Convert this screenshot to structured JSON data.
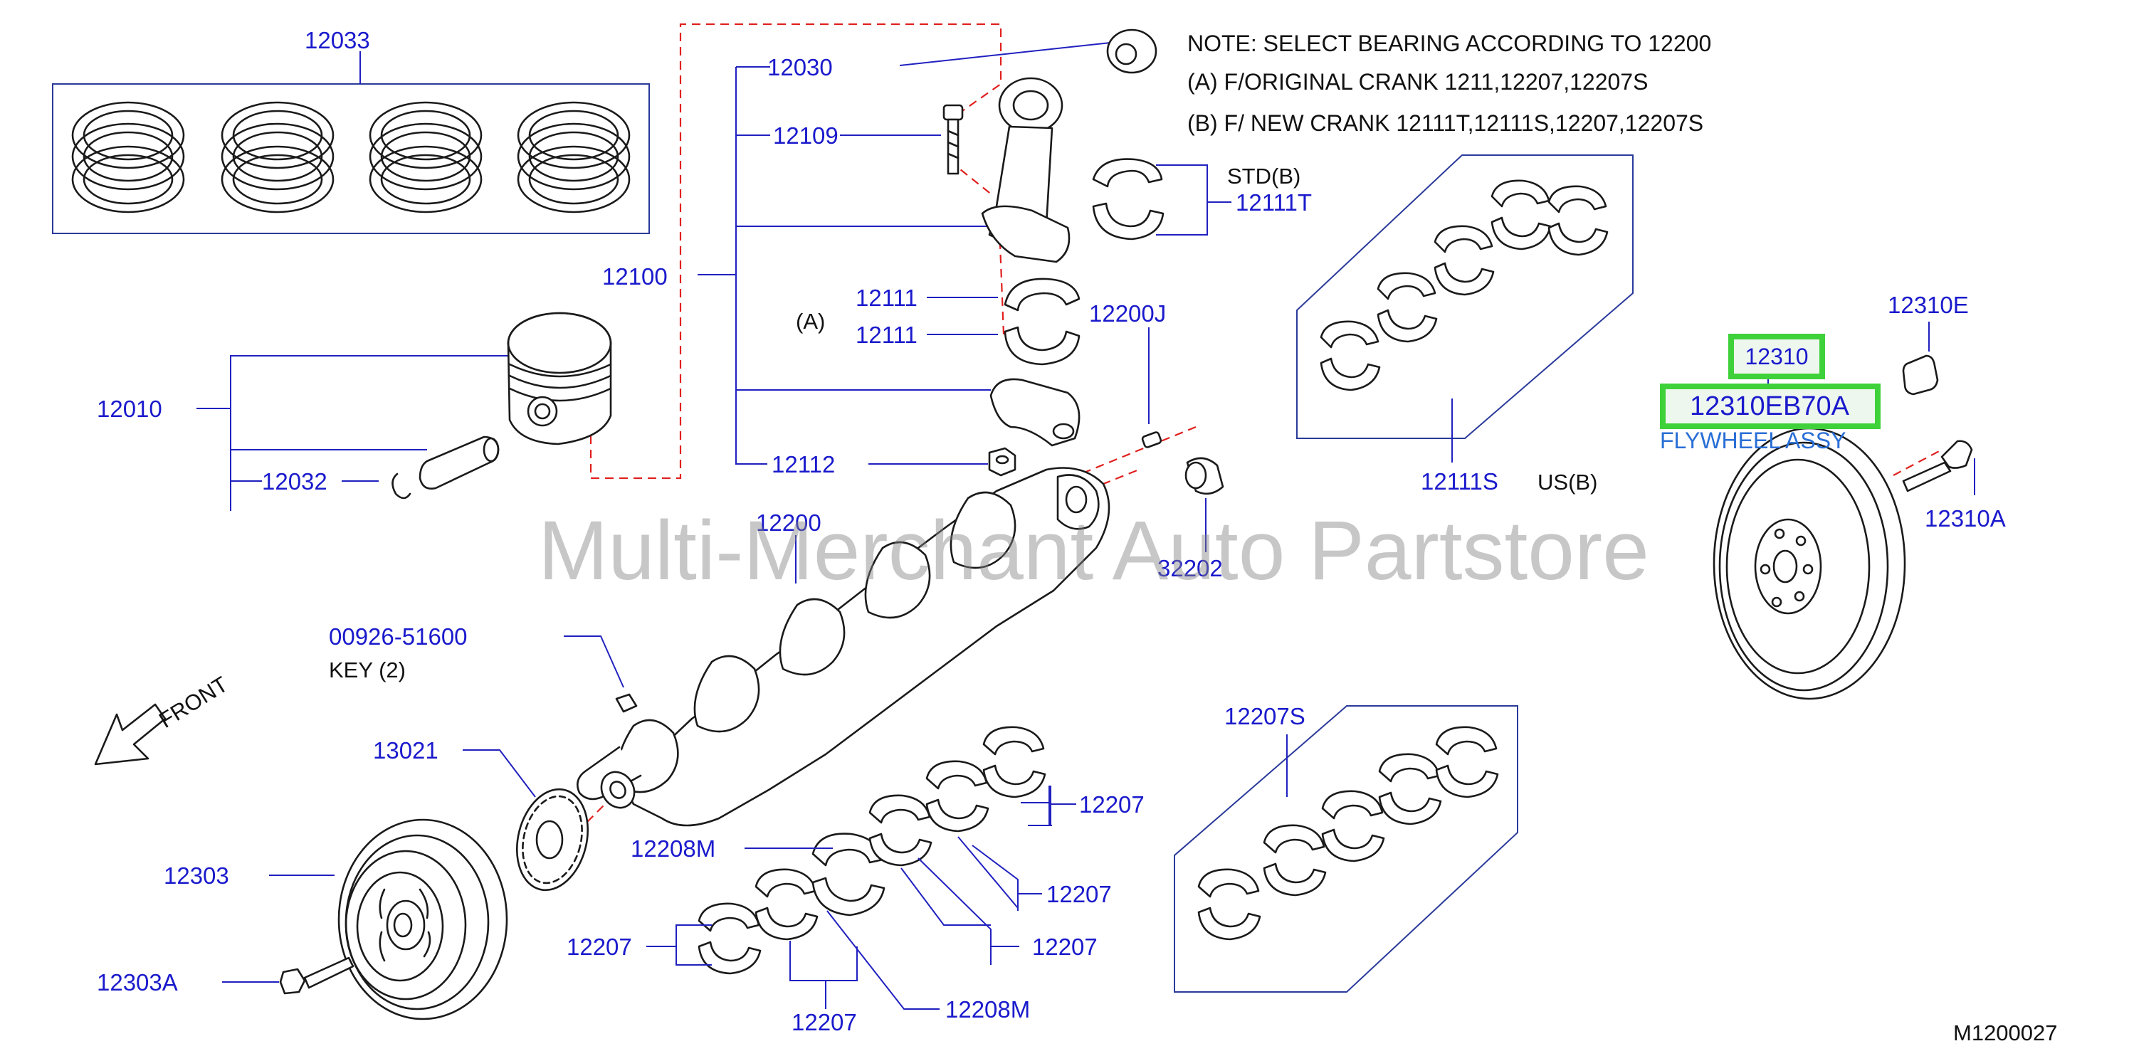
{
  "notes": {
    "line1": "NOTE:  SELECT  BEARING  ACCORDING  TO  12200",
    "line2": "(A)  F/ORIGINAL  CRANK  1211,12207,12207S",
    "line3": "(B)  F/  NEW  CRANK  12111T,12111S,12207,12207S"
  },
  "watermark": "Multi-Merchant Auto Partstore",
  "diagram_code": "M1200027",
  "front_label": "FRONT",
  "highlight": {
    "part": "12310",
    "part_number": "12310EB70A",
    "description": "FLYWHEEL ASSY",
    "color": "#3fd13a"
  },
  "labels": {
    "p12033": "12033",
    "p12030": "12030",
    "p12109": "12109",
    "p12100": "12100",
    "p12111a": "12111",
    "p12111b": "12111",
    "cond_a": "(A)",
    "p12112": "12112",
    "p12010": "12010",
    "p12032": "12032",
    "std_b": "STD(B)",
    "p12111t": "12111T",
    "p12200j": "12200J",
    "p12111s": "12111S",
    "us_b": "US(B)",
    "p12310e": "12310E",
    "p12310a": "12310A",
    "p12200": "12200",
    "p32202": "32202",
    "p00926": "00926-51600",
    "key": "KEY   (2)",
    "p13021": "13021",
    "p12207s": "12207S",
    "p12303": "12303",
    "p12303a": "12303A",
    "p12208m_top": "12208M",
    "p12208m_bot": "12208M",
    "p12207_r1": "12207",
    "p12207_r2": "12207",
    "p12207_r3": "12207",
    "p12207_l": "12207",
    "p12207_b": "12207"
  },
  "colors": {
    "label_blue": "#1a1acc",
    "leader_blue": "#2020c0",
    "dashed_red": "#e0201e"
  }
}
